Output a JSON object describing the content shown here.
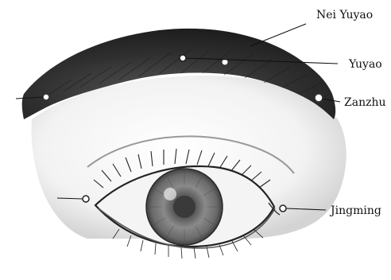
{
  "figure": {
    "labels": {
      "nei_yuyao": "Nei Yuyao",
      "yuyao": "Yuyao",
      "zanzhu": "Zanzhu",
      "jingming": "Jingming"
    }
  },
  "colors": {
    "ink": "#111111",
    "brow": "#2a2a2a",
    "skin_shade": "#d7d7d7",
    "iris": "#6e6e6e",
    "pupil": "#3a3a3a"
  }
}
